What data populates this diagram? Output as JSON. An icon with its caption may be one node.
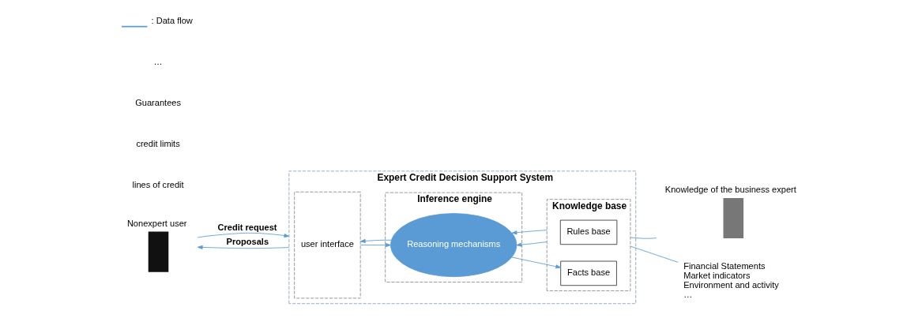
{
  "diagram": {
    "nodes": [
      {
        "text": [
          "Expert Credit Decision Support System"
        ]
      },
      {
        "text": [
          "user interface"
        ],
        "in": 0
      },
      {
        "text": [
          "Inference engine"
        ],
        "in": 0
      },
      {
        "text": [
          "Reasoning mechanisms"
        ],
        "in": 2
      },
      {
        "text": [
          "Knowledge base"
        ],
        "in": 0
      },
      {
        "text": [
          "Rules base"
        ],
        "in": 4
      },
      {
        "text": [
          "Facts base"
        ],
        "in": 4
      },
      {
        "text": [
          "Nonexpert user"
        ]
      },
      {
        "text": [
          "Knowledge of the business expert"
        ]
      },
      {
        "text": [
          "Financial Statements",
          "Market indicators",
          "Environment and activity",
          "…"
        ]
      }
    ],
    "edges": [
      {
        "from": 7,
        "to": 0,
        "arrow": "to",
        "label": "Credit request"
      },
      {
        "from": 0,
        "to": 7,
        "arrow": "to",
        "label": "Proposals"
      },
      {
        "from": 1,
        "to": 3,
        "arrow": "to"
      },
      {
        "from": 3,
        "to": 1,
        "arrow": "to"
      },
      {
        "from": 4,
        "to": 3,
        "arrow": "to"
      },
      {
        "from": 4,
        "to": 3,
        "arrow": "to"
      },
      {
        "from": 3,
        "to": 6,
        "arrow": "to"
      },
      {
        "from": 8,
        "to": 4,
        "arrow": "none"
      },
      {
        "from": 9,
        "to": 4,
        "arrow": "none"
      }
    ],
    "labels": [
      "lines of credit",
      "credit limits",
      "Guarantees",
      "…"
    ],
    "legend": [
      {
        "text": ": Data flow"
      }
    ]
  }
}
